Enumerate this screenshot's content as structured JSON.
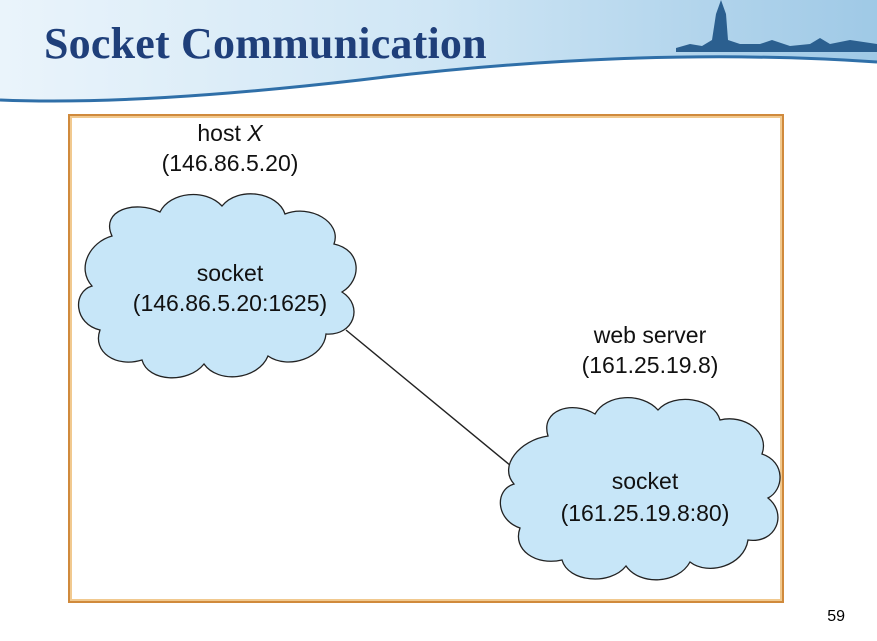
{
  "slide": {
    "title": "Socket Communication",
    "page_number": "59"
  },
  "diagram": {
    "host": {
      "name_prefix": "host",
      "name_var": "X",
      "ip": "(146.86.5.20)",
      "socket_label": "socket",
      "socket_address": "(146.86.5.20:1625)"
    },
    "server": {
      "name": "web server",
      "ip": "(161.25.19.8)",
      "socket_label": "socket",
      "socket_address": "(161.25.19.8:80)"
    },
    "colors": {
      "cloud_fill": "#c7e6f8",
      "cloud_stroke": "#222222",
      "frame_border": "#d08a3c",
      "title": "#1f3f7a"
    }
  }
}
